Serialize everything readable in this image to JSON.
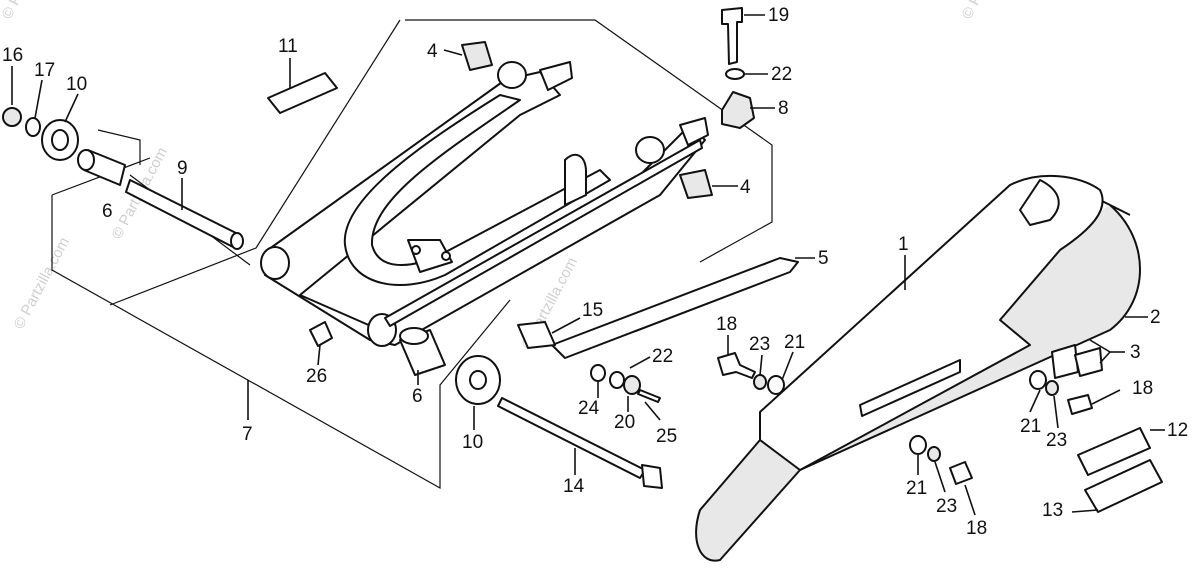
{
  "watermark": "© Partzilla.com",
  "callouts": [
    {
      "id": "c16",
      "text": "16"
    },
    {
      "id": "c17",
      "text": "17"
    },
    {
      "id": "c10a",
      "text": "10"
    },
    {
      "id": "c6a",
      "text": "6"
    },
    {
      "id": "c9",
      "text": "9"
    },
    {
      "id": "c11",
      "text": "11"
    },
    {
      "id": "c4a",
      "text": "4"
    },
    {
      "id": "c19",
      "text": "19"
    },
    {
      "id": "c22a",
      "text": "22"
    },
    {
      "id": "c8",
      "text": "8"
    },
    {
      "id": "c4b",
      "text": "4"
    },
    {
      "id": "c5",
      "text": "5"
    },
    {
      "id": "c1",
      "text": "1"
    },
    {
      "id": "c2",
      "text": "2"
    },
    {
      "id": "c3",
      "text": "3"
    },
    {
      "id": "c15",
      "text": "15"
    },
    {
      "id": "c22b",
      "text": "22"
    },
    {
      "id": "c18a",
      "text": "18"
    },
    {
      "id": "c23a",
      "text": "23"
    },
    {
      "id": "c21a",
      "text": "21"
    },
    {
      "id": "c26",
      "text": "26"
    },
    {
      "id": "c6b",
      "text": "6"
    },
    {
      "id": "c7",
      "text": "7"
    },
    {
      "id": "c24",
      "text": "24"
    },
    {
      "id": "c20",
      "text": "20"
    },
    {
      "id": "c25",
      "text": "25"
    },
    {
      "id": "c10b",
      "text": "10"
    },
    {
      "id": "c14",
      "text": "14"
    },
    {
      "id": "c18b",
      "text": "18"
    },
    {
      "id": "c21b",
      "text": "21"
    },
    {
      "id": "c23b",
      "text": "23"
    },
    {
      "id": "c12",
      "text": "12"
    },
    {
      "id": "c21c",
      "text": "21"
    },
    {
      "id": "c23c",
      "text": "23"
    },
    {
      "id": "c18c",
      "text": "18"
    },
    {
      "id": "c13",
      "text": "13"
    }
  ]
}
